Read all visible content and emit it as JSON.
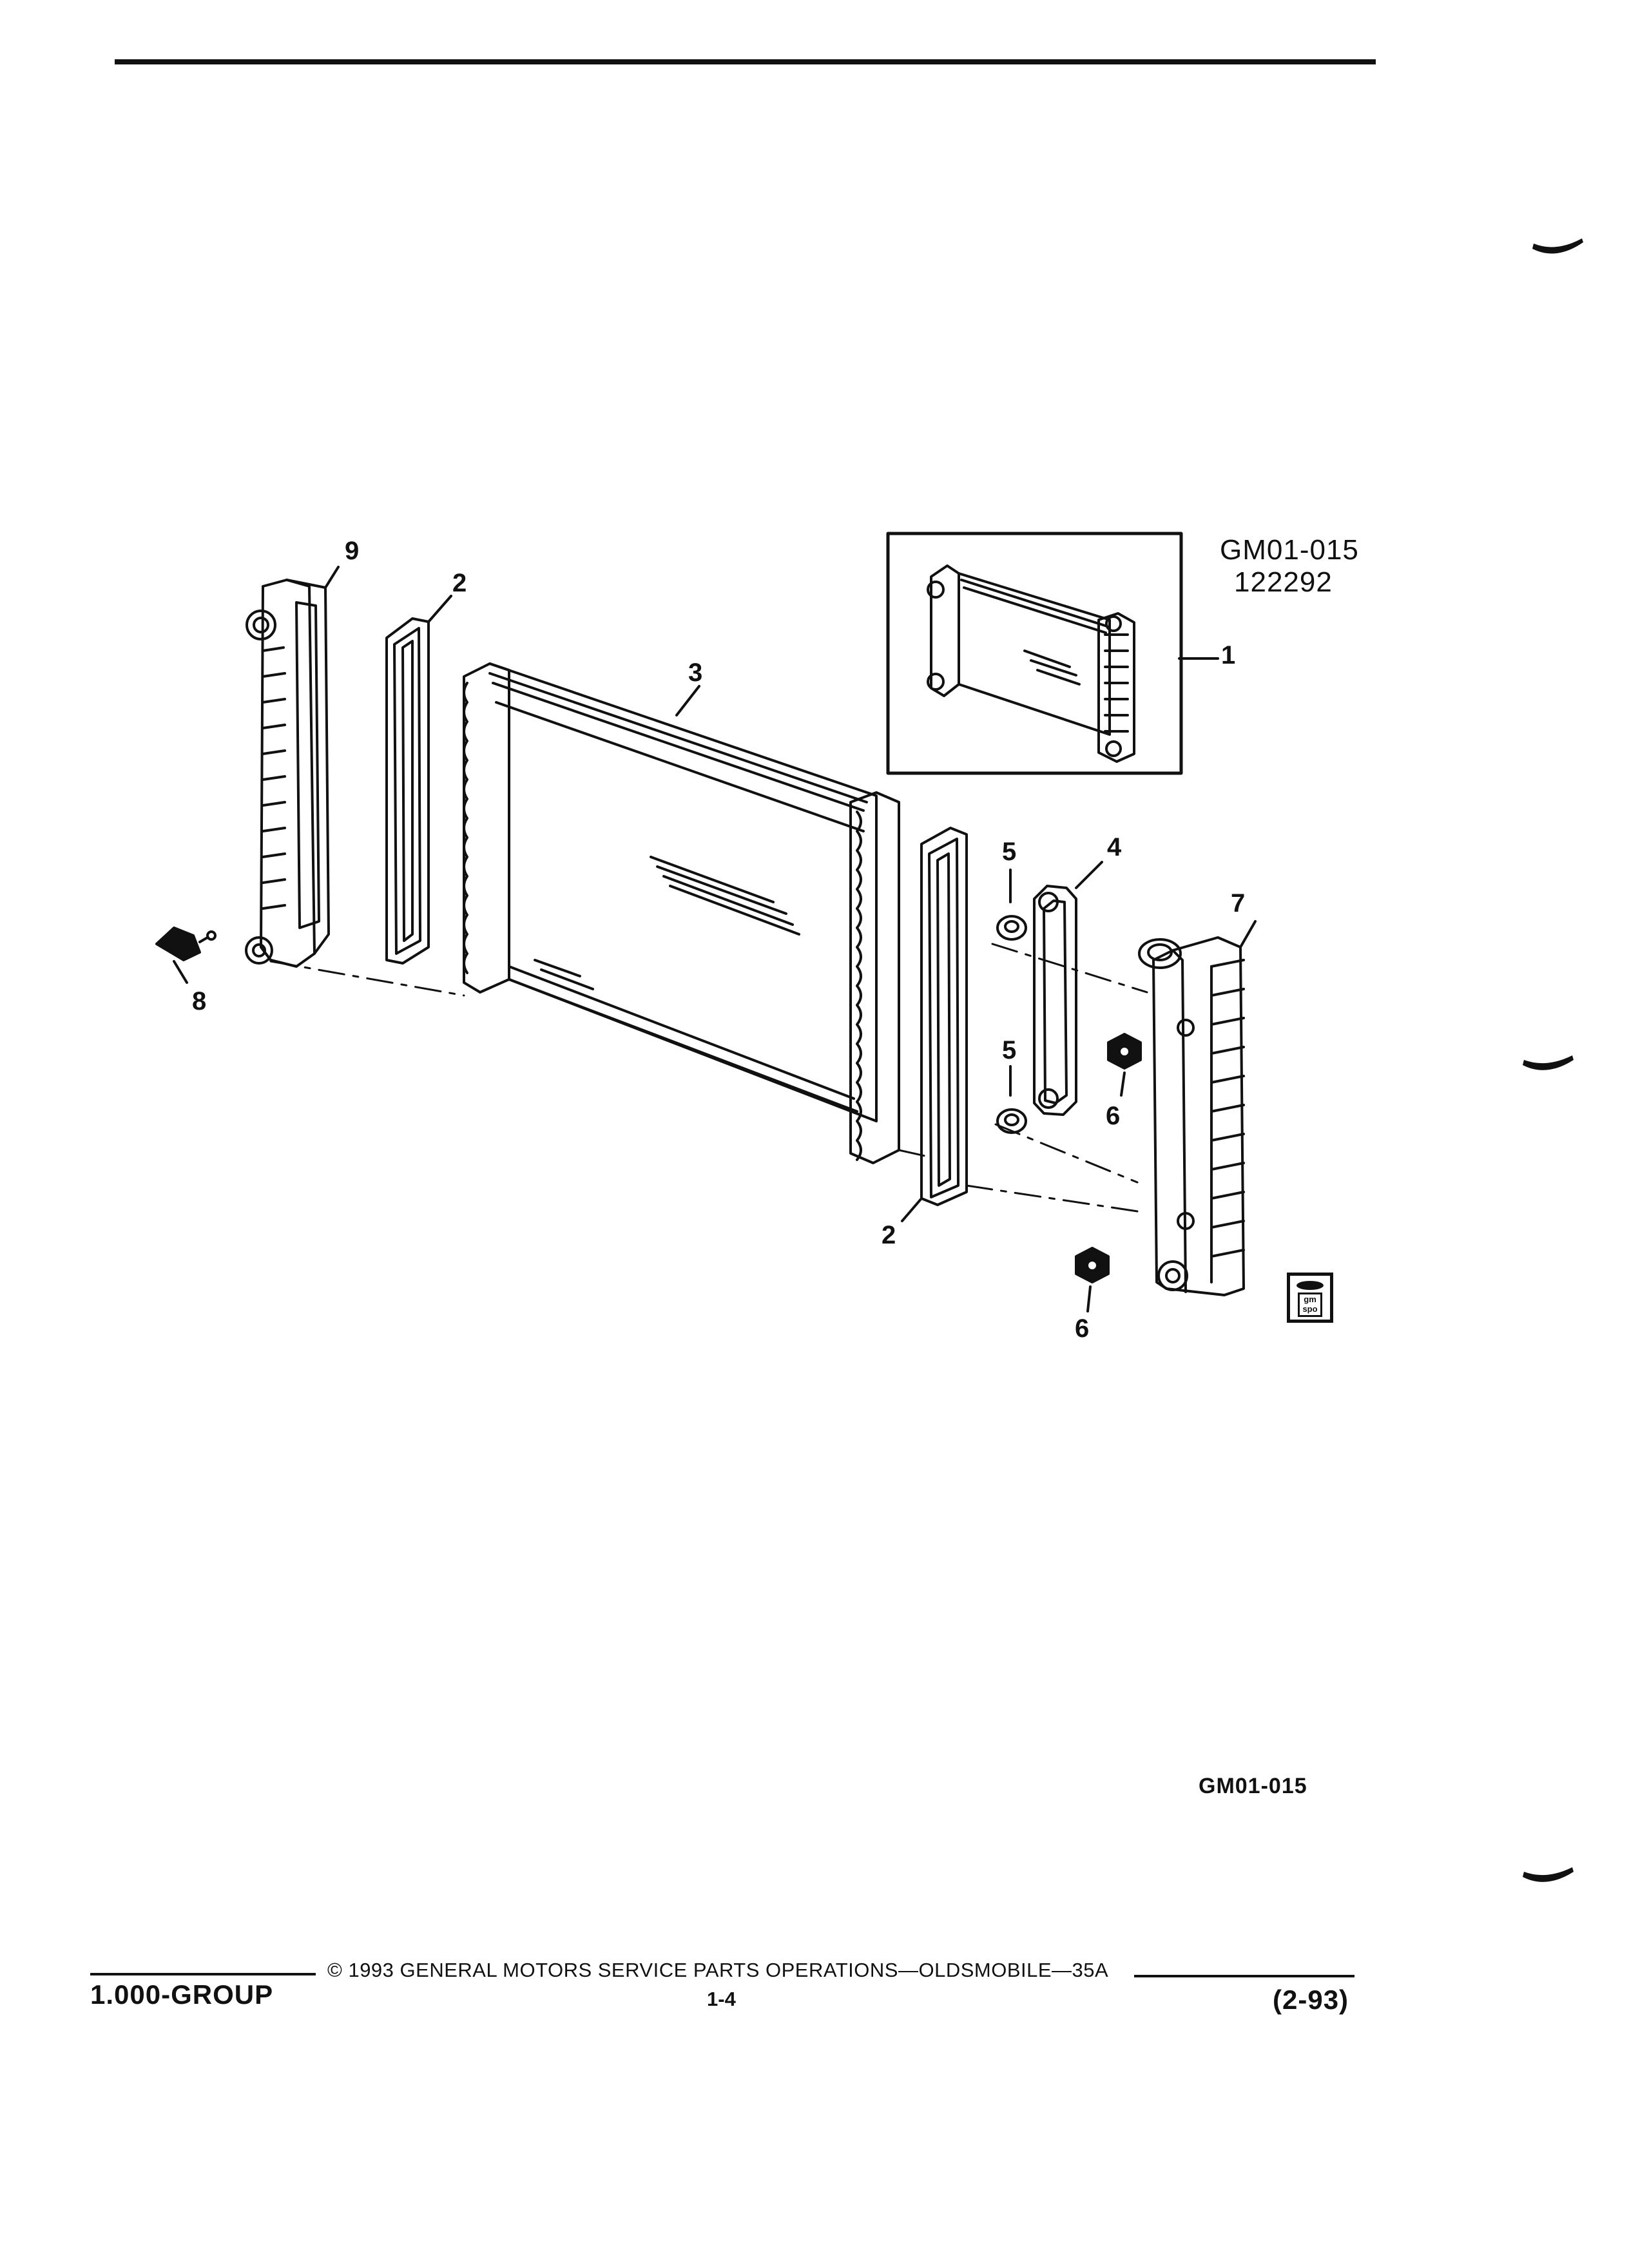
{
  "figure": {
    "code": "GM01-015",
    "date_code": "122292",
    "bottom_code": "GM01-015"
  },
  "callouts": {
    "c1": "1",
    "c2a": "2",
    "c2b": "2",
    "c3": "3",
    "c4": "4",
    "c5a": "5",
    "c5b": "5",
    "c6a": "6",
    "c6b": "6",
    "c7": "7",
    "c8": "8",
    "c9": "9"
  },
  "logo": {
    "text_line1": "gm",
    "text_line2": "spo"
  },
  "footer": {
    "copyright": "© 1993 GENERAL MOTORS SERVICE PARTS OPERATIONS—OLDSMOBILE—35A",
    "group": "1.000-GROUP",
    "page": "1-4",
    "date": "(2-93)"
  }
}
